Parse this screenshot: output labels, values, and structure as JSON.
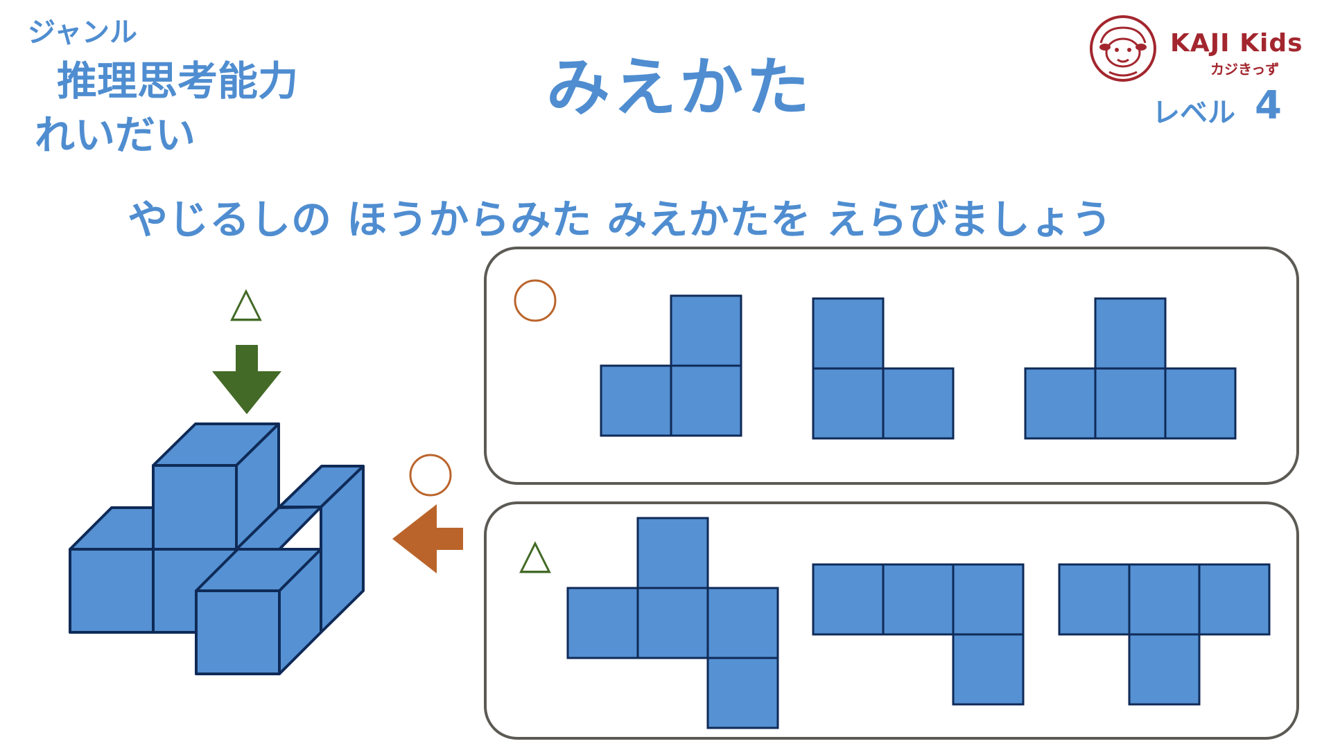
{
  "header": {
    "genre_label": "ジャンル",
    "genre_name": "推理思考能力",
    "exercise_label": "れいだい",
    "title": "みえかた",
    "level_label": "レベル",
    "level_number": "4"
  },
  "logo": {
    "brand_name": "KAJI Kids",
    "brand_sub": "カジきっず",
    "icon": "sheep-icon",
    "color": "#a3262e"
  },
  "instruction": "やじるしの ほうからみた みえかたを えらびましょう",
  "markers": {
    "circle": "○",
    "triangle": "△"
  },
  "colors": {
    "text_blue": "#4f8dd0",
    "cube_blue": "#5591d3",
    "outline_navy": "#0f2a57",
    "arrow_green": "#436a27",
    "arrow_orange": "#ba642b",
    "panel_border": "#5c5a54"
  },
  "answer_groups": [
    {
      "marker": "circle",
      "option_count": 3
    },
    {
      "marker": "triangle",
      "option_count": 3
    }
  ]
}
